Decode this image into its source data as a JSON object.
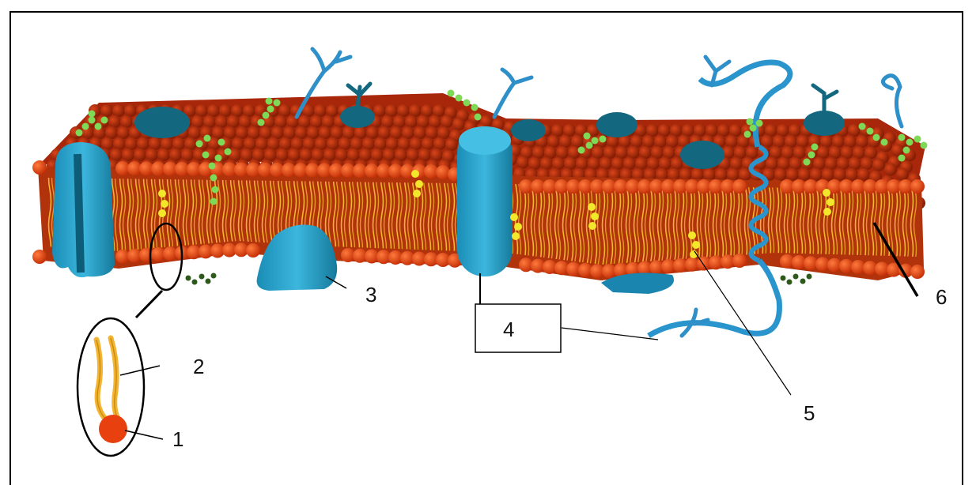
{
  "diagram": {
    "labels": {
      "l1": "1",
      "l2": "2",
      "l3": "3",
      "l4": "4",
      "l5": "5",
      "l6": "6"
    },
    "colors": {
      "phospholipid_head": "#e8410f",
      "lipid_tail": "#f2b431",
      "protein": "#1a96c0",
      "protein_dark": "#156a80",
      "glycolipid": "#7ed957",
      "cholesterol": "#f2e72a",
      "carbohydrate_blue": "#2f8fc8"
    }
  }
}
